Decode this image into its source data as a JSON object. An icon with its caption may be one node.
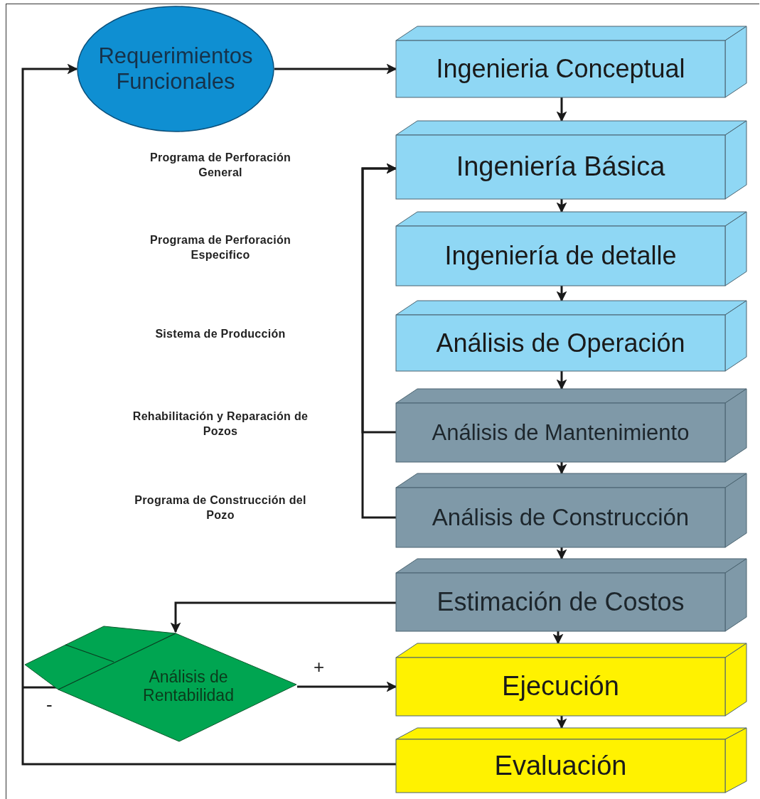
{
  "diagram": {
    "nodes": [
      {
        "text": [
          "Requerimientos Funcionales"
        ]
      },
      {
        "text": [
          "Ingenieria Conceptual"
        ]
      },
      {
        "text": [
          "Ingeniería Básica"
        ]
      },
      {
        "text": [
          "Ingeniería de detalle"
        ]
      },
      {
        "text": [
          "Análisis de Operación"
        ]
      },
      {
        "text": [
          "Análisis de Mantenimiento"
        ]
      },
      {
        "text": [
          "Análisis de Construcción"
        ]
      },
      {
        "text": [
          "Estimación de Costos"
        ]
      },
      {
        "text": [
          "Análisis de Rentabilidad"
        ]
      },
      {
        "text": [
          "Ejecución"
        ]
      },
      {
        "text": [
          "Evaluación"
        ]
      }
    ],
    "edges": [
      {
        "from": 0,
        "to": 1,
        "arrow": "to"
      },
      {
        "from": 1,
        "to": 2,
        "arrow": "to"
      },
      {
        "from": 2,
        "to": 3,
        "arrow": "to"
      },
      {
        "from": 3,
        "to": 4,
        "arrow": "to"
      },
      {
        "from": 4,
        "to": 5,
        "arrow": "to"
      },
      {
        "from": 5,
        "to": 6,
        "arrow": "to"
      },
      {
        "from": 6,
        "to": 7,
        "arrow": "to"
      },
      {
        "from": 5,
        "to": 2,
        "arrow": "to"
      },
      {
        "from": 6,
        "to": 2,
        "arrow": "to"
      },
      {
        "from": 7,
        "to": 8,
        "arrow": "to"
      },
      {
        "from": 7,
        "to": 9,
        "arrow": "to"
      },
      {
        "from": 8,
        "to": 9,
        "arrow": "to",
        "label": "+"
      },
      {
        "from": 9,
        "to": 10,
        "arrow": "to"
      },
      {
        "from": 8,
        "to": 0,
        "arrow": "to",
        "label": "-"
      },
      {
        "from": 10,
        "to": 0,
        "arrow": "to"
      }
    ],
    "labels": [
      "Programa de Perforación General",
      "Programa de Perforación Especifico",
      "Sistema de Producción",
      "Rehabilitación y Reparación de Pozos",
      "Programa de Construcción del Pozo"
    ]
  }
}
